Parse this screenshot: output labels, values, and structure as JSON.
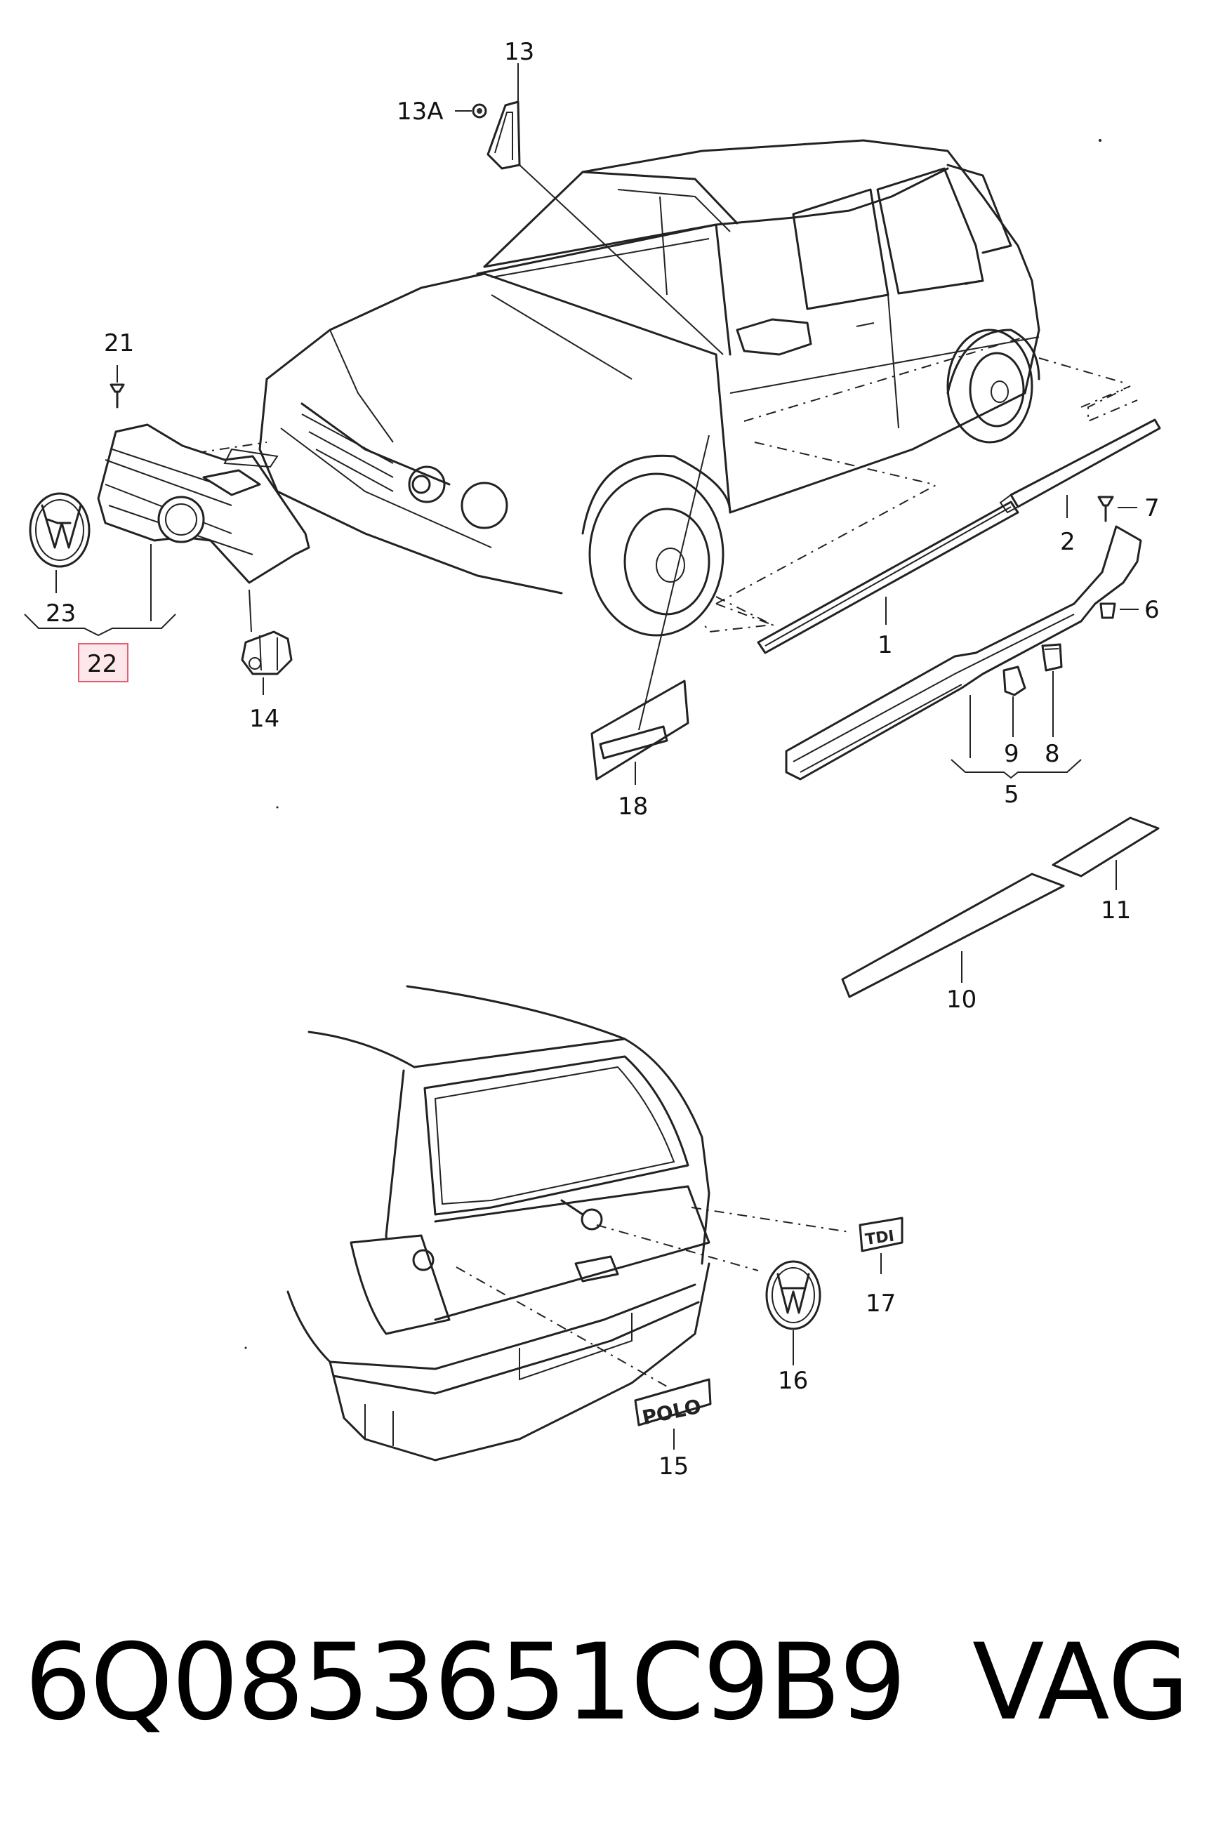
{
  "labels": {
    "l1": "1",
    "l2": "2",
    "l5": "5",
    "l6": "6",
    "l7": "7",
    "l8": "8",
    "l9": "9",
    "l10": "10",
    "l11": "11",
    "l13": "13",
    "l13a": "13A",
    "l14": "14",
    "l15": "15",
    "l16": "16",
    "l17": "17",
    "l18": "18",
    "l21": "21",
    "l22": "22",
    "l23": "23"
  },
  "badges": {
    "polo": "POLO",
    "tdi": "TDI"
  },
  "highlight_color": "#e06070",
  "footer": {
    "part_number": "6Q0853651C9B9",
    "brand": "VAG"
  }
}
